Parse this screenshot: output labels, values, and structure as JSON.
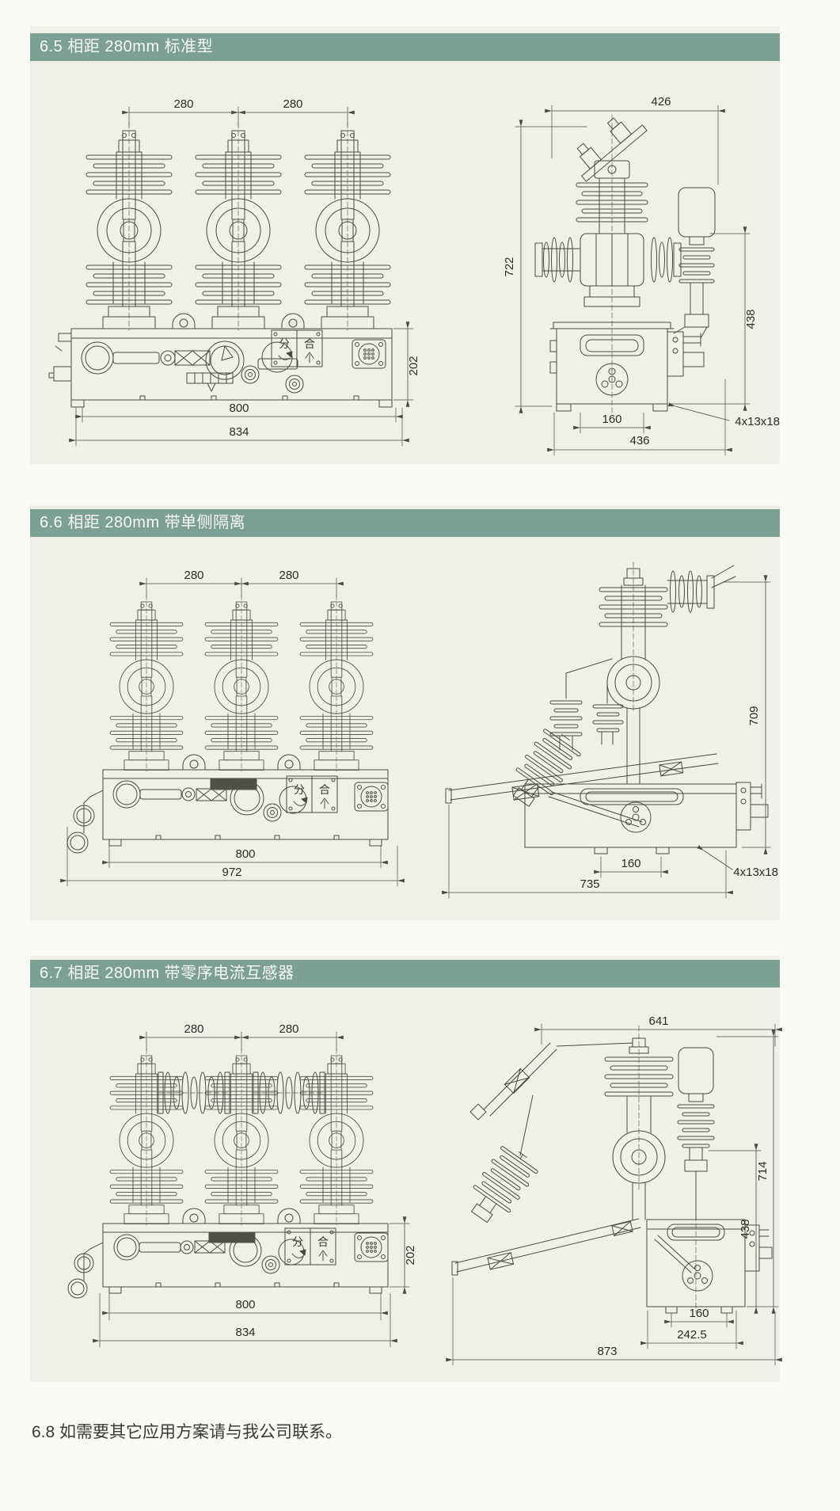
{
  "page": {
    "footer_note": "6.8 如需要其它应用方案请与我公司联系。"
  },
  "colors": {
    "page_bg": "#fafaf6",
    "panel_bg": "#f0f0e8",
    "header_bg": "#7ca094",
    "header_text": "#f6f8f4",
    "line": "#4a4a44"
  },
  "mech": {
    "open": "分",
    "close": "合"
  },
  "sections": [
    {
      "title": "6.5 相距 280mm 标准型",
      "front": {
        "p1": "280",
        "p2": "280",
        "h": "202",
        "w1": "800",
        "w2": "834"
      },
      "side": {
        "w": "426",
        "h": "722",
        "h2": "438",
        "f": "160",
        "d": "436",
        "slot": "4x13x18"
      }
    },
    {
      "title": "6.6 相距 280mm 带单侧隔离",
      "front": {
        "p1": "280",
        "p2": "280",
        "w1": "800",
        "w2": "972"
      },
      "side": {
        "h": "709",
        "f": "160",
        "d": "735",
        "slot": "4x13x18"
      }
    },
    {
      "title": "6.7 相距 280mm 带零序电流互感器",
      "front": {
        "p1": "280",
        "p2": "280",
        "h": "202",
        "w1": "800",
        "w2": "834"
      },
      "side": {
        "w": "641",
        "h": "714",
        "h2": "438",
        "f": "160",
        "m": "242.5",
        "d": "873"
      }
    }
  ]
}
